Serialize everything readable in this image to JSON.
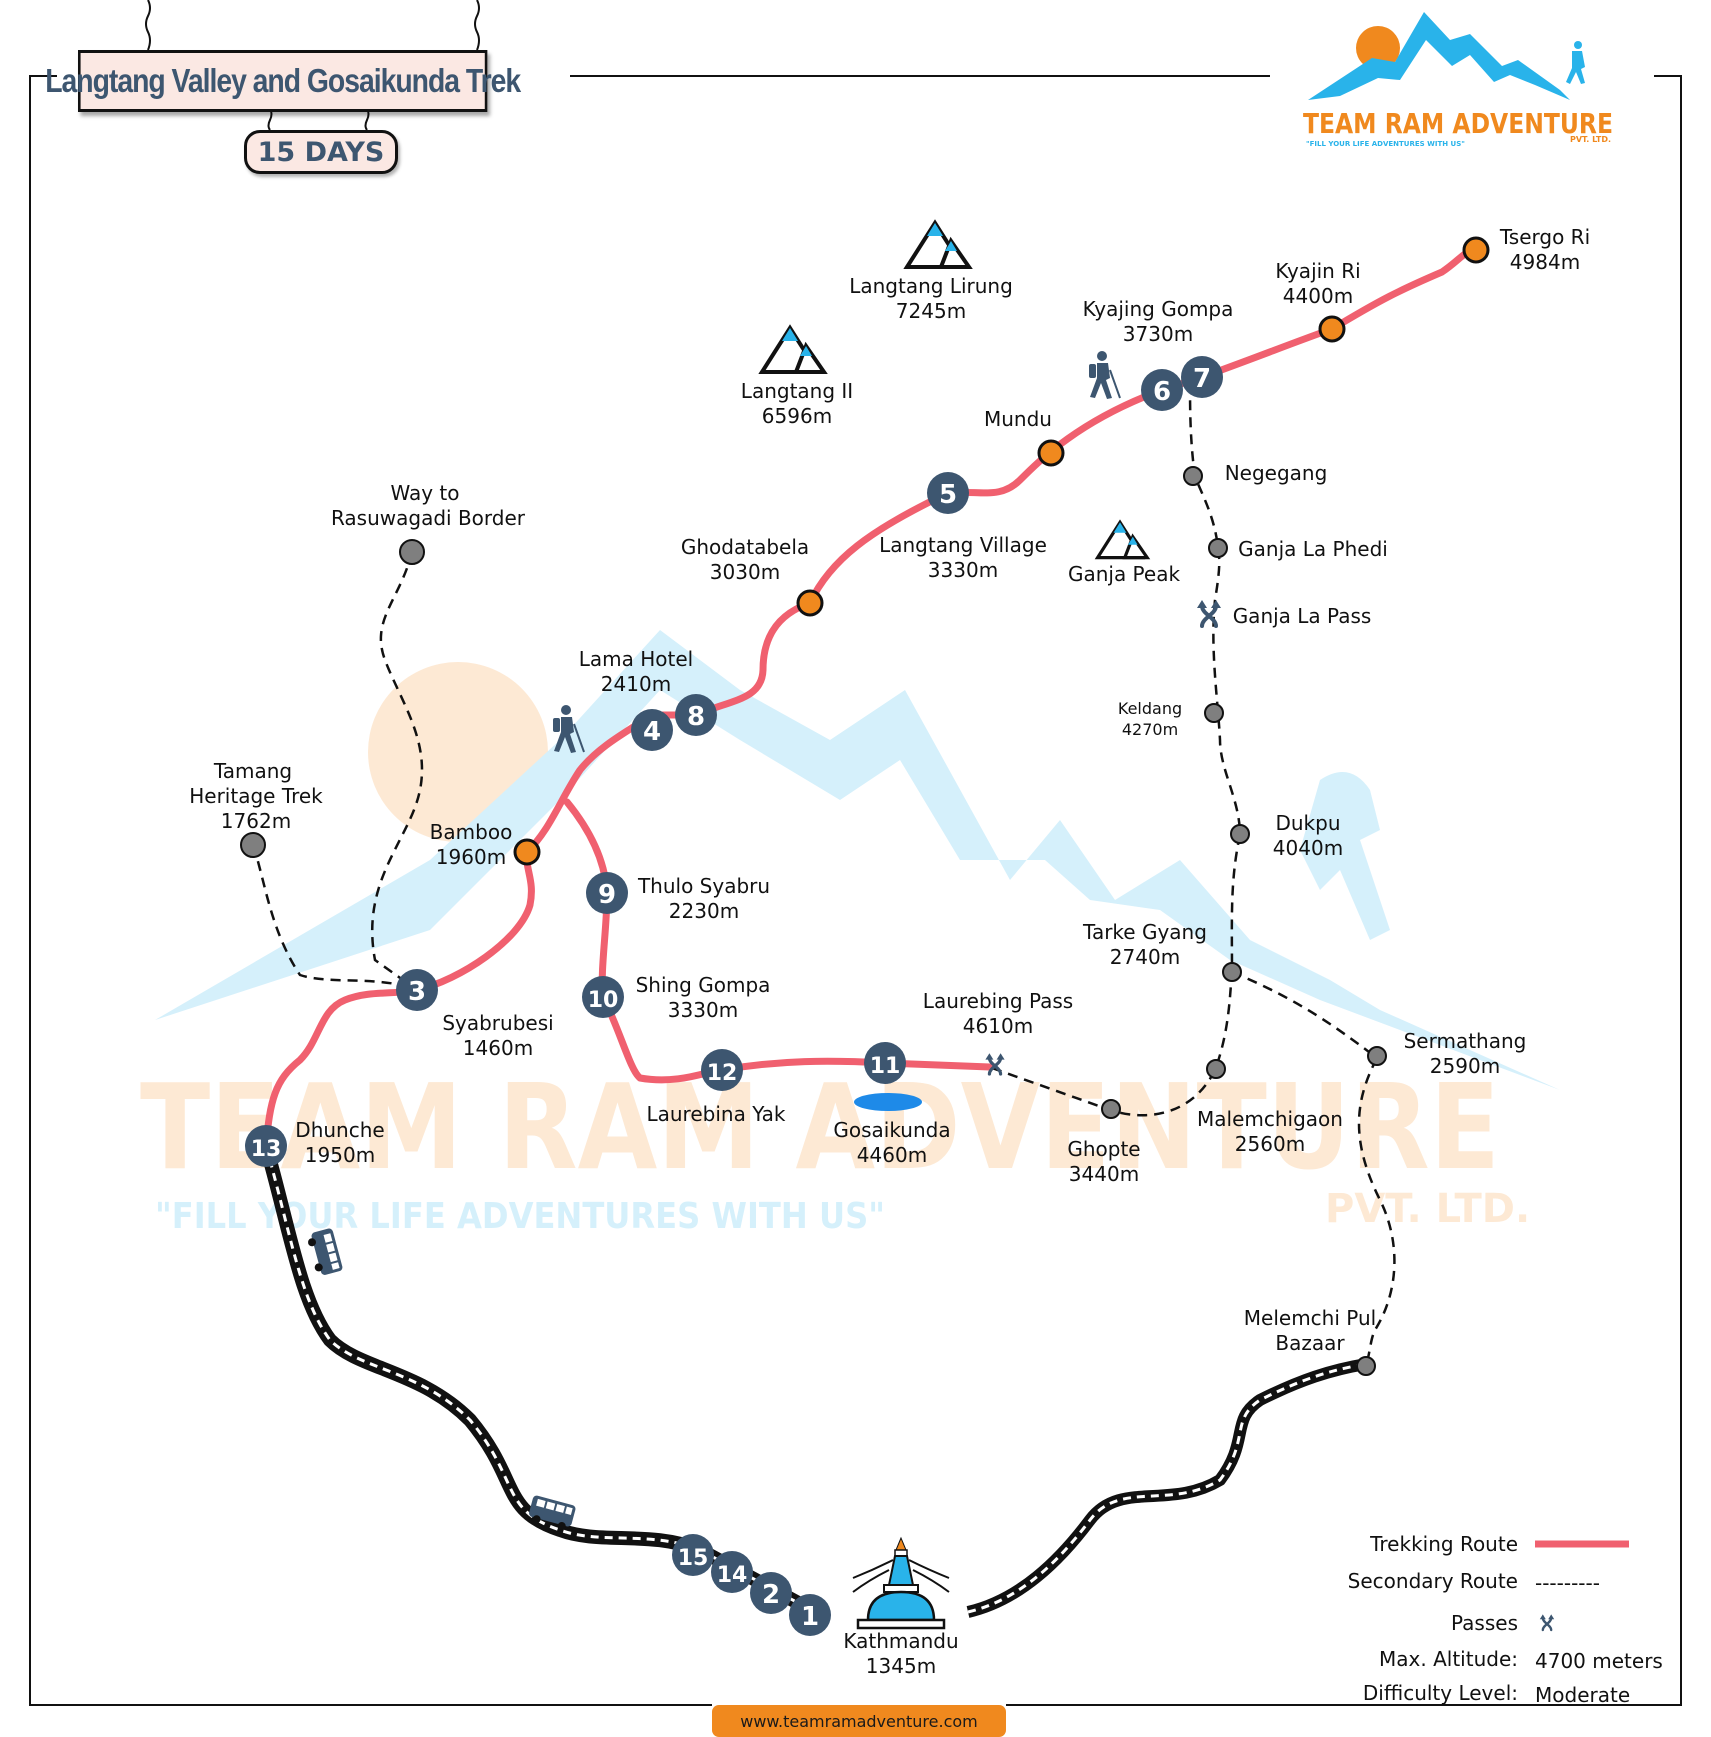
{
  "header": {
    "title": "Langtang Valley and Gosaikunda Trek",
    "duration": "15 DAYS"
  },
  "logo": {
    "name": "TEAM RAM ADVENTURE",
    "tagline": "\"FILL YOUR LIFE ADVENTURES WITH US\"",
    "suffix": "PVT. LTD."
  },
  "watermark": {
    "name": "TEAM RAM ADVENTURE",
    "tagline": "\"FILL YOUR LIFE ADVENTURES WITH US\"",
    "suffix": "PVT. LTD."
  },
  "footer": {
    "website": "www.teamramadventure.com"
  },
  "colors": {
    "trekking_route": "#f0606f",
    "secondary_route": "#111111",
    "day_marker": "#3d5670",
    "stop_orange": "#f0891e",
    "stop_gray": "#7f7f7f",
    "watermark_blue": "#d5f0fb",
    "watermark_orange": "#fde9d4",
    "peak_snow": "#29b3ea",
    "website_bg": "#f0891e"
  },
  "peaks": [
    {
      "name": "Langtang Lirung",
      "altitude": "7245m"
    },
    {
      "name": "Langtang II",
      "altitude": "6596m"
    },
    {
      "name": "Ganja Peak",
      "altitude": ""
    }
  ],
  "places": {
    "tsergo_ri": {
      "name": "Tsergo Ri",
      "altitude": "4984m"
    },
    "kyajin_ri": {
      "name": "Kyajin Ri",
      "altitude": "4400m"
    },
    "kyajing_gompa": {
      "name": "Kyajing Gompa",
      "altitude": "3730m"
    },
    "mundu": {
      "name": "Mundu",
      "altitude": ""
    },
    "langtang_village": {
      "name": "Langtang Village",
      "altitude": "3330m"
    },
    "ghodatabela": {
      "name": "Ghodatabela",
      "altitude": "3030m"
    },
    "lama_hotel": {
      "name": "Lama Hotel",
      "altitude": "2410m"
    },
    "bamboo": {
      "name": "Bamboo",
      "altitude": "1960m"
    },
    "rasuwagadi": {
      "name_line1": "Way to",
      "name_line2": "Rasuwagadi Border"
    },
    "tamang": {
      "name_line1": "Tamang",
      "name_line2": "Heritage Trek",
      "altitude": "1762m"
    },
    "syabrubesi": {
      "name": "Syabrubesi",
      "altitude": "1460m"
    },
    "thulo_syabru": {
      "name": "Thulo Syabru",
      "altitude": "2230m"
    },
    "shing_gompa": {
      "name": "Shing Gompa",
      "altitude": "3330m"
    },
    "laurebina_yak": {
      "name": "Laurebina Yak",
      "altitude": ""
    },
    "gosaikunda": {
      "name": "Gosaikunda",
      "altitude": "4460m"
    },
    "laurebing_pass": {
      "name": "Laurebing Pass",
      "altitude": "4610m"
    },
    "ghopte": {
      "name": "Ghopte",
      "altitude": "3440m"
    },
    "malemchigaon": {
      "name": "Malemchigaon",
      "altitude": "2560m"
    },
    "tarke_gyang": {
      "name": "Tarke Gyang",
      "altitude": "2740m"
    },
    "sermathang": {
      "name": "Sermathang",
      "altitude": "2590m"
    },
    "dukpu": {
      "name": "Dukpu",
      "altitude": "4040m"
    },
    "keldang": {
      "name": "Keldang",
      "altitude": "4270m"
    },
    "ganja_la_pass": {
      "name": "Ganja La Pass",
      "altitude": ""
    },
    "ganja_la_phedi": {
      "name": "Ganja La Phedi",
      "altitude": ""
    },
    "negegang": {
      "name": "Negegang",
      "altitude": ""
    },
    "melemchi_pul": {
      "name_line1": "Melemchi Pul",
      "name_line2": "Bazaar"
    },
    "dhunche": {
      "name": "Dhunche",
      "altitude": "1950m"
    },
    "kathmandu": {
      "name": "Kathmandu",
      "altitude": "1345m"
    }
  },
  "day_markers": [
    "1",
    "2",
    "3",
    "4",
    "5",
    "6",
    "7",
    "8",
    "9",
    "10",
    "11",
    "12",
    "13",
    "14",
    "15"
  ],
  "legend": {
    "trekking_route": "Trekking Route",
    "secondary_route": "Secondary Route",
    "secondary_route_sample": "---------",
    "passes": "Passes",
    "max_altitude_label": "Max. Altitude:",
    "max_altitude_value": "4700 meters",
    "difficulty_label": "Difficulty Level:",
    "difficulty_value": "Moderate"
  }
}
